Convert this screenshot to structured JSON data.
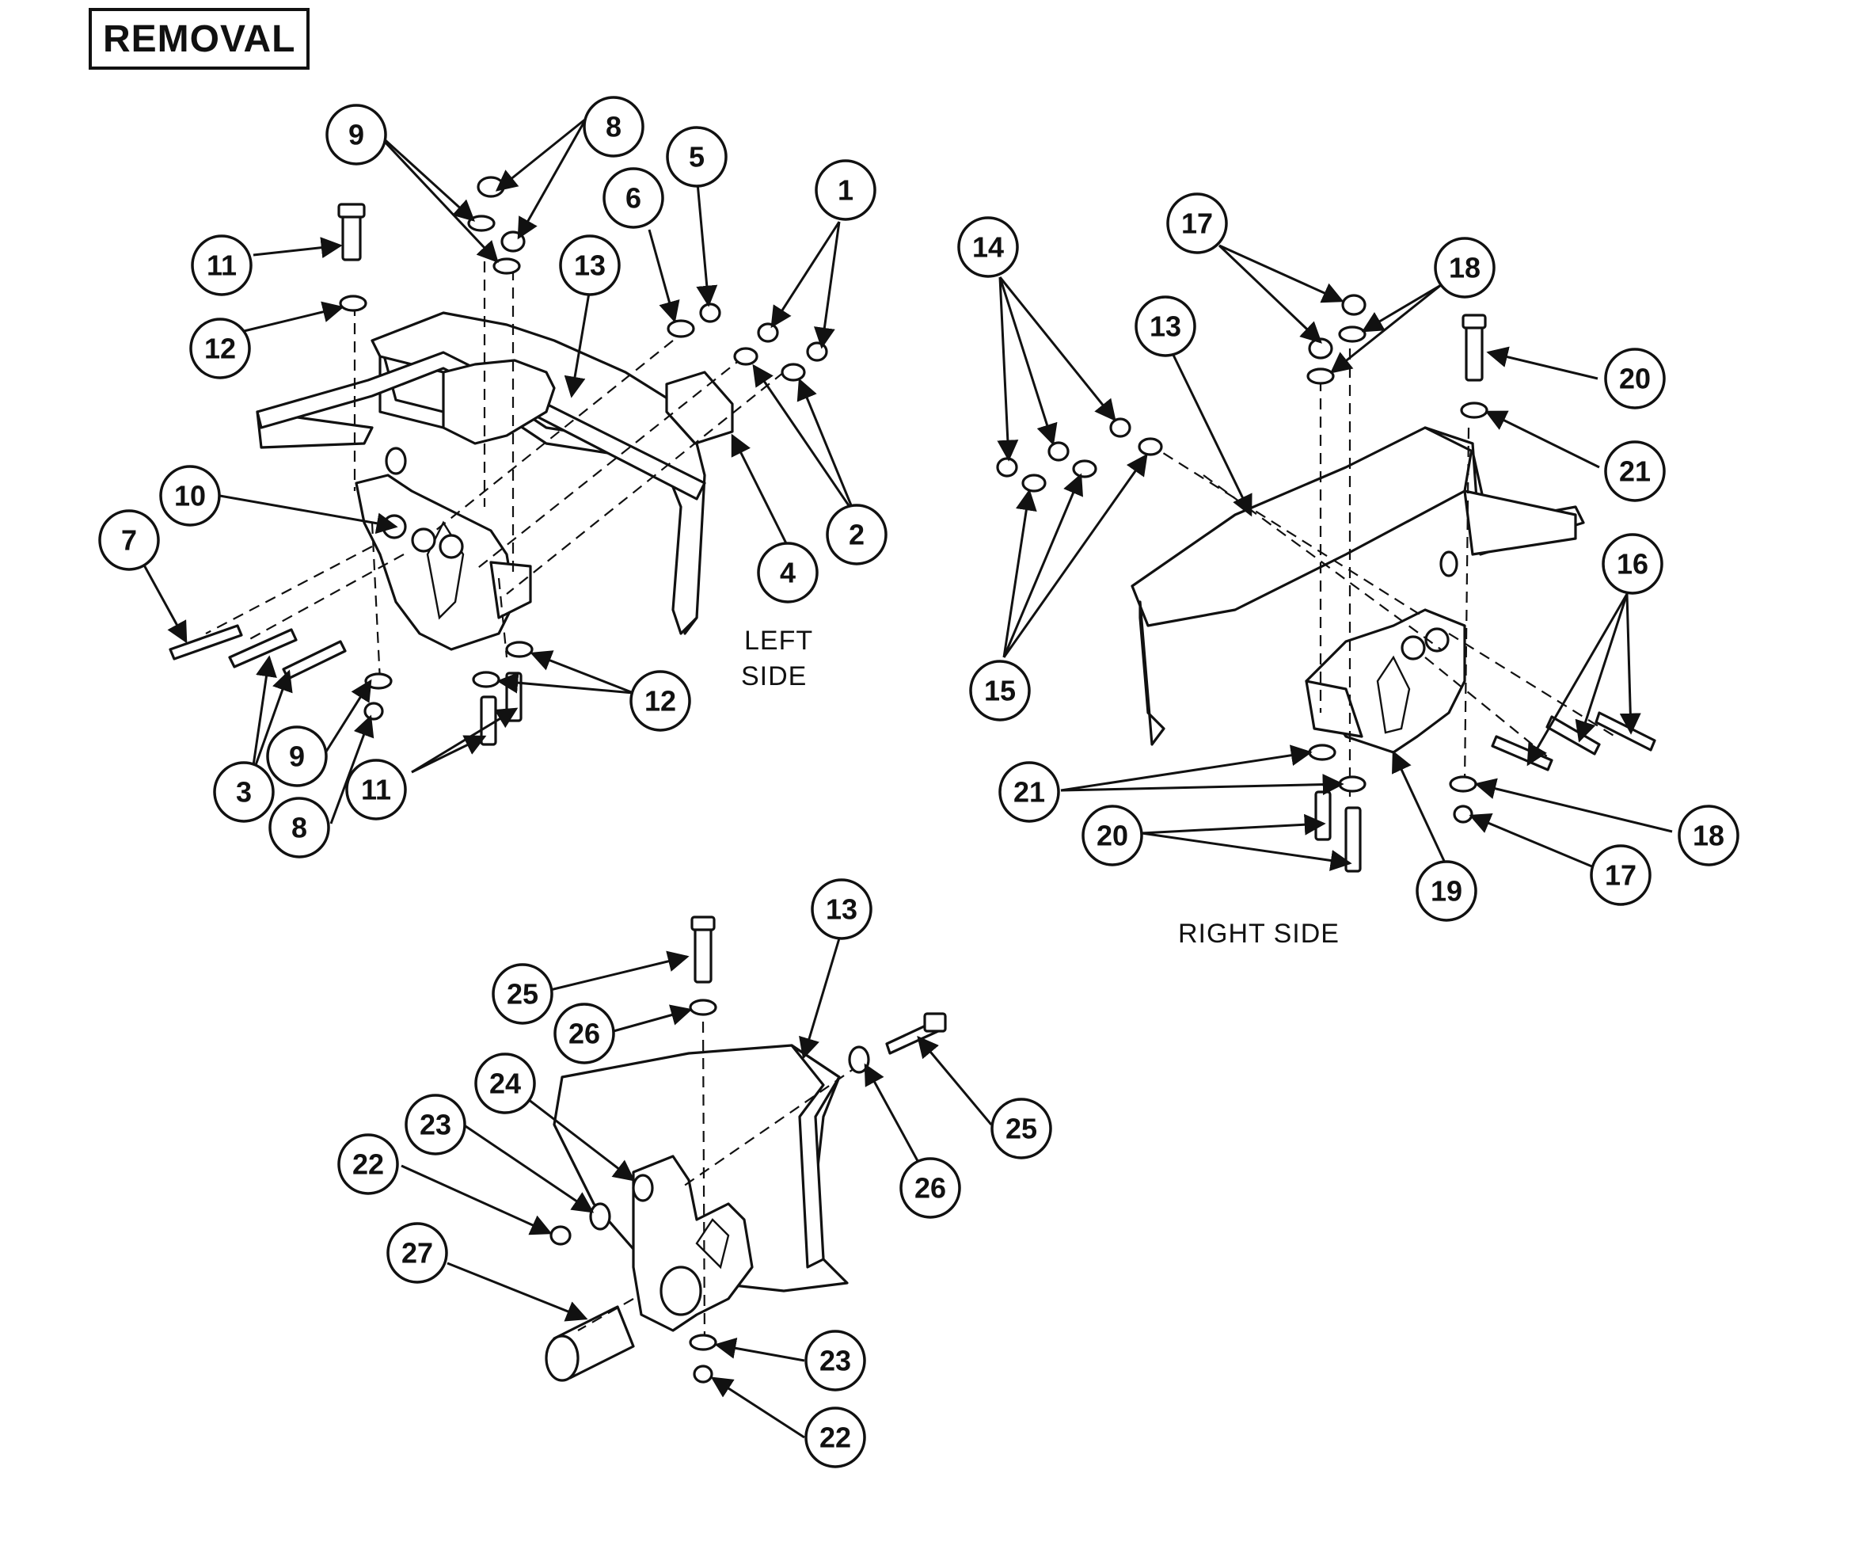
{
  "header": {
    "title": "REMOVAL"
  },
  "views": {
    "left": {
      "label_line1": "LEFT",
      "label_line2": "SIDE"
    },
    "right": {
      "label": "RIGHT SIDE"
    }
  },
  "callout_numbers": {
    "n1": "1",
    "n2": "2",
    "n3": "3",
    "n4": "4",
    "n5": "5",
    "n6": "6",
    "n7": "7",
    "n8": "8",
    "n9": "9",
    "n10": "10",
    "n11": "11",
    "n12": "12",
    "n13": "13",
    "n14": "14",
    "n15": "15",
    "n16": "16",
    "n17": "17",
    "n18": "18",
    "n19": "19",
    "n20": "20",
    "n21": "21",
    "n22": "22",
    "n23": "23",
    "n24": "24",
    "n25": "25",
    "n26": "26",
    "n27": "27"
  }
}
